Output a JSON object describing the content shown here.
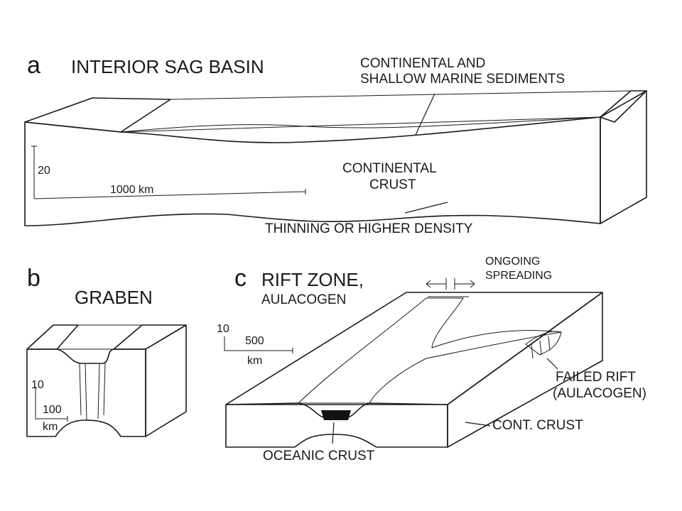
{
  "panel_a": {
    "letter": "a",
    "title": "INTERIOR SAG BASIN",
    "sediments_line1": "CONTINENTAL AND",
    "sediments_line2": "SHALLOW MARINE SEDIMENTS",
    "crust_line1": "CONTINENTAL",
    "crust_line2": "CRUST",
    "thinning": "THINNING OR HIGHER DENSITY",
    "vertical_scale": "20",
    "horizontal_scale": "1000 km"
  },
  "panel_b": {
    "letter": "b",
    "title": "GRABEN",
    "vertical_scale": "10",
    "horizontal_scale_value": "100",
    "horizontal_scale_unit": "km"
  },
  "panel_c": {
    "letter": "c",
    "title_line1": "RIFT ZONE,",
    "title_line2": "AULACOGEN",
    "spreading_line1": "ONGOING",
    "spreading_line2": "SPREADING",
    "vertical_scale": "10",
    "horizontal_scale_value": "500",
    "horizontal_scale_unit": "km",
    "failed_rift_line1": "FAILED RIFT",
    "failed_rift_line2": "(AULACOGEN)",
    "cont_crust": "CONT. CRUST",
    "oceanic_crust": "OCEANIC CRUST"
  },
  "colors": {
    "line": "#1a1a1a",
    "block_fill": "#f4f4f4",
    "oceanic_fill": "#111111"
  }
}
